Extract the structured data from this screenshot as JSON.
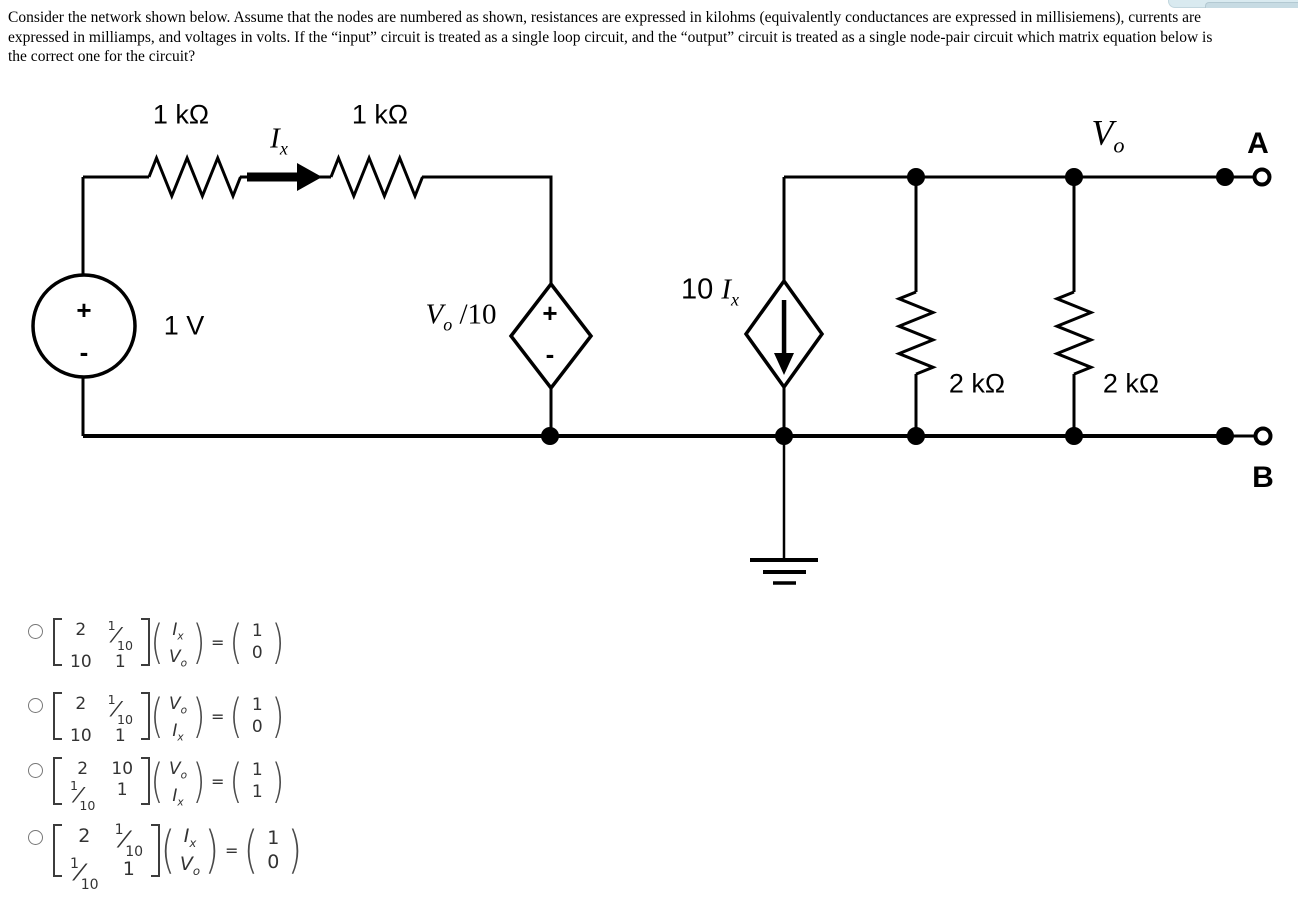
{
  "question": {
    "lines": [
      "Consider the network shown below.  Assume that the nodes are numbered as shown, resistances are expressed in kilohms (equivalently conductances are expressed in millisiemens), currents are",
      "expressed in milliamps, and voltages in volts.  If the “input” circuit is treated as a single loop circuit, and the “output” circuit is treated as a single node-pair circuit which matrix equation below is",
      "the correct one for the circuit?"
    ]
  },
  "circuit": {
    "labels": {
      "r1": "1 kΩ",
      "r2": "1 kΩ",
      "ix": "Ix",
      "source": "1 V",
      "dep_v": "Vo /10",
      "dep_i": "10 Ix",
      "r3": "2 kΩ",
      "r4": "2 kΩ",
      "vo": "Vo",
      "term_a": "A",
      "term_b": "B",
      "vs_plus": "+",
      "vs_minus": "-",
      "dep_plus": "+",
      "dep_minus": "-"
    },
    "colors": {
      "wire": "#000000",
      "fragment_blue": "#d9eaf0"
    }
  },
  "symbols": {
    "equals": "="
  },
  "options": [
    {
      "selected": false,
      "matrix": [
        [
          "2",
          "1/10"
        ],
        [
          "10",
          "1"
        ]
      ],
      "vector": [
        "Ix",
        "Vo"
      ],
      "rhs": [
        "1",
        "0"
      ]
    },
    {
      "selected": false,
      "matrix": [
        [
          "2",
          "1/10"
        ],
        [
          "10",
          "1"
        ]
      ],
      "vector": [
        "Vo",
        "Ix"
      ],
      "rhs": [
        "1",
        "0"
      ]
    },
    {
      "selected": false,
      "matrix": [
        [
          "2",
          "10"
        ],
        [
          "1/10",
          "1"
        ]
      ],
      "vector": [
        "Vo",
        "Ix"
      ],
      "rhs": [
        "1",
        "1"
      ]
    },
    {
      "selected": false,
      "matrix": [
        [
          "2",
          "1/10"
        ],
        [
          "1/10",
          "1"
        ]
      ],
      "vector": [
        "Ix",
        "Vo"
      ],
      "rhs": [
        "1",
        "0"
      ]
    }
  ]
}
